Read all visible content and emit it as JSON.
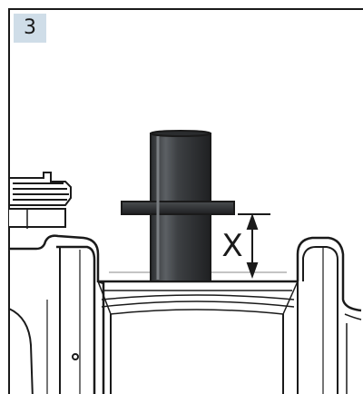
{
  "step": {
    "number": "3"
  },
  "dimension": {
    "label": "X"
  },
  "colors": {
    "line": "#1a1a1a",
    "step_badge": "#cfdde8",
    "tool_body": "#3a3d40",
    "tool_highlight": "#6a6e72",
    "tool_shadow": "#222426"
  },
  "icons": {
    "step_badge": "step-number-badge",
    "tool": "press-tool-icon",
    "dimension": "dimension-arrow-icon"
  }
}
